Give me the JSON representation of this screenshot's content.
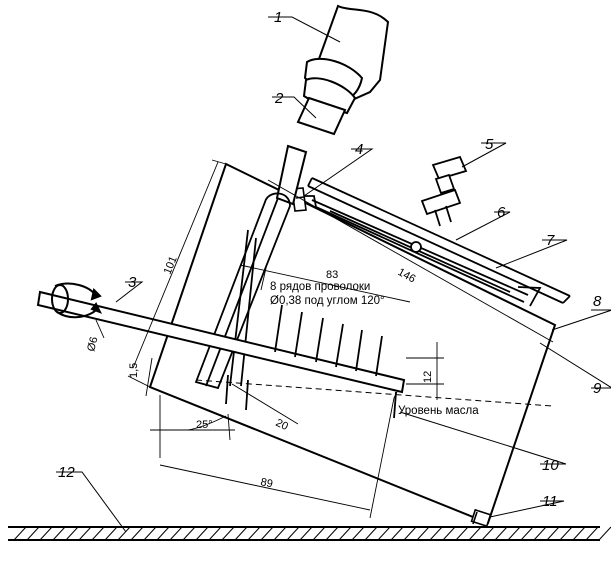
{
  "callouts": {
    "c1": "1",
    "c2": "2",
    "c3": "3",
    "c4": "4",
    "c5": "5",
    "c6": "6",
    "c7": "7",
    "c8": "8",
    "c9": "9",
    "c10": "10",
    "c11": "11",
    "c12": "12"
  },
  "dimensions": {
    "d101": "101",
    "d83": "83",
    "d146": "146",
    "d6": "Ø6",
    "d12": "12",
    "d15": "1,5",
    "d25": "25°",
    "d20": "20",
    "d89": "89"
  },
  "notes": {
    "wires_line1": "8 рядов проволоки",
    "wires_line2": "Ø0,38 под углом 120°",
    "oil_level": "Уровень масла"
  }
}
